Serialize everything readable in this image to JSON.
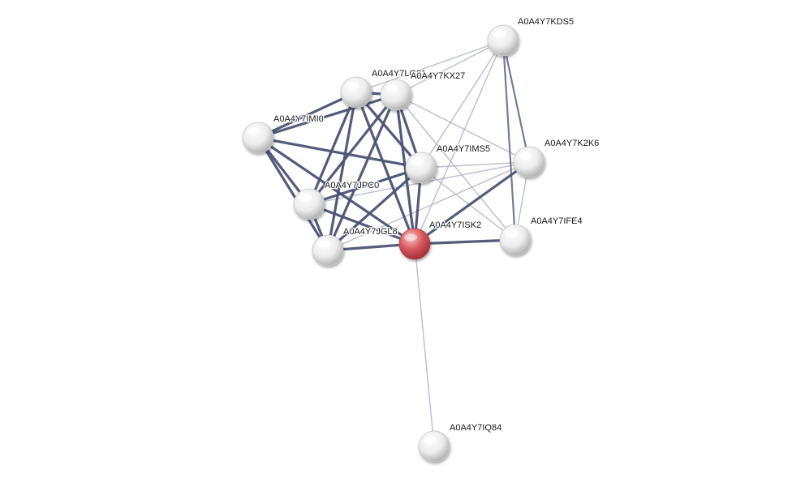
{
  "network": {
    "colors": {
      "edge_strong": "#4b5373",
      "edge_medium": "#6e7590",
      "edge_weak": "#aeb1c4",
      "node_default": "#ececec",
      "node_query": "#d9575f",
      "background": "#ffffff"
    },
    "nodes": [
      {
        "id": "KDS5",
        "label": "A0A4Y7KDS5",
        "query": false
      },
      {
        "id": "LG21",
        "label": "A0A4Y7LG21",
        "query": false
      },
      {
        "id": "KX27",
        "label": "A0A4Y7KX27",
        "query": false
      },
      {
        "id": "IMI0",
        "label": "A0A4Y7IMI0",
        "query": false
      },
      {
        "id": "IMS5",
        "label": "A0A4Y7IMS5",
        "query": false
      },
      {
        "id": "K2K6",
        "label": "A0A4Y7K2K6",
        "query": false
      },
      {
        "id": "JPC0",
        "label": "A0A4Y7JPC0",
        "query": false
      },
      {
        "id": "JGL8",
        "label": "A0A4Y7JGL8",
        "query": false
      },
      {
        "id": "ISK2",
        "label": "A0A4Y7ISK2",
        "query": true
      },
      {
        "id": "IFE4",
        "label": "A0A4Y7IFE4",
        "query": false
      },
      {
        "id": "IQ84",
        "label": "A0A4Y7IQ84",
        "query": false
      }
    ],
    "edges": [
      {
        "source": "LG21",
        "target": "IMI0",
        "strength": "strong"
      },
      {
        "source": "LG21",
        "target": "JPC0",
        "strength": "strong"
      },
      {
        "source": "LG21",
        "target": "JGL8",
        "strength": "strong"
      },
      {
        "source": "LG21",
        "target": "IMS5",
        "strength": "strong"
      },
      {
        "source": "LG21",
        "target": "ISK2",
        "strength": "strong"
      },
      {
        "source": "LG21",
        "target": "KX27",
        "strength": "strong"
      },
      {
        "source": "LG21",
        "target": "KDS5",
        "strength": "weak"
      },
      {
        "source": "KX27",
        "target": "IMI0",
        "strength": "strong"
      },
      {
        "source": "KX27",
        "target": "JPC0",
        "strength": "strong"
      },
      {
        "source": "KX27",
        "target": "JGL8",
        "strength": "strong"
      },
      {
        "source": "KX27",
        "target": "IMS5",
        "strength": "strong"
      },
      {
        "source": "KX27",
        "target": "ISK2",
        "strength": "strong"
      },
      {
        "source": "KX27",
        "target": "KDS5",
        "strength": "weak"
      },
      {
        "source": "KX27",
        "target": "K2K6",
        "strength": "weak"
      },
      {
        "source": "KX27",
        "target": "IFE4",
        "strength": "weak"
      },
      {
        "source": "IMI0",
        "target": "JPC0",
        "strength": "strong"
      },
      {
        "source": "IMI0",
        "target": "JGL8",
        "strength": "strong"
      },
      {
        "source": "IMI0",
        "target": "IMS5",
        "strength": "strong"
      },
      {
        "source": "IMI0",
        "target": "ISK2",
        "strength": "strong"
      },
      {
        "source": "JPC0",
        "target": "IMS5",
        "strength": "strong"
      },
      {
        "source": "JPC0",
        "target": "ISK2",
        "strength": "strong"
      },
      {
        "source": "JPC0",
        "target": "JGL8",
        "strength": "strong"
      },
      {
        "source": "JPC0",
        "target": "K2K6",
        "strength": "weak"
      },
      {
        "source": "JGL8",
        "target": "IMS5",
        "strength": "strong"
      },
      {
        "source": "JGL8",
        "target": "ISK2",
        "strength": "strong"
      },
      {
        "source": "JGL8",
        "target": "K2K6",
        "strength": "weak"
      },
      {
        "source": "IMS5",
        "target": "ISK2",
        "strength": "strong"
      },
      {
        "source": "IMS5",
        "target": "K2K6",
        "strength": "weak"
      },
      {
        "source": "IMS5",
        "target": "IFE4",
        "strength": "weak"
      },
      {
        "source": "IMS5",
        "target": "KDS5",
        "strength": "weak"
      },
      {
        "source": "ISK2",
        "target": "K2K6",
        "strength": "strong"
      },
      {
        "source": "ISK2",
        "target": "IFE4",
        "strength": "strong"
      },
      {
        "source": "ISK2",
        "target": "KDS5",
        "strength": "weak"
      },
      {
        "source": "ISK2",
        "target": "IQ84",
        "strength": "weak"
      },
      {
        "source": "KDS5",
        "target": "K2K6",
        "strength": "medium"
      },
      {
        "source": "KDS5",
        "target": "IFE4",
        "strength": "medium"
      },
      {
        "source": "K2K6",
        "target": "IFE4",
        "strength": "weak"
      }
    ]
  }
}
